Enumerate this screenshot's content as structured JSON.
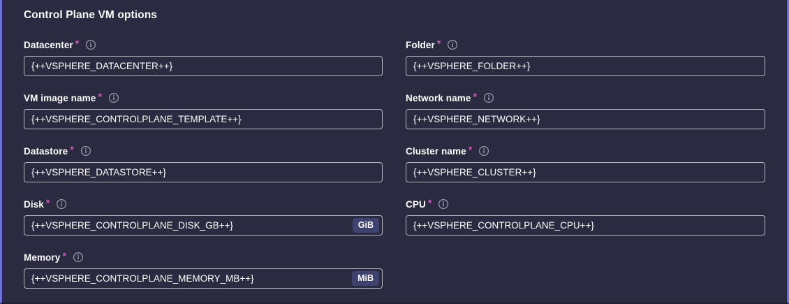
{
  "panel": {
    "title": "Control Plane VM options",
    "required_marker": "*"
  },
  "colors": {
    "background": "#2a2b41",
    "side_border": "#6b70d6",
    "bottom_border": "#212235",
    "required_asterisk": "#d954b8",
    "input_border": "#b6b7c3",
    "unit_badge_bg": "#3f416f",
    "info_icon": "#9b9eae",
    "text": "#ffffff"
  },
  "fields": {
    "left": [
      {
        "label": "Datacenter",
        "value": "{++VSPHERE_DATACENTER++}",
        "required": true,
        "info_icon": "info-circle-icon"
      },
      {
        "label": "VM image name",
        "value": "{++VSPHERE_CONTROLPLANE_TEMPLATE++}",
        "required": true,
        "info_icon": "info-circle-icon"
      },
      {
        "label": "Datastore",
        "value": "{++VSPHERE_DATASTORE++}",
        "required": true,
        "info_icon": "info-circle-icon"
      },
      {
        "label": "Disk",
        "value": "{++VSPHERE_CONTROLPLANE_DISK_GB++}",
        "required": true,
        "info_icon": "info-circle-icon",
        "unit": "GiB"
      },
      {
        "label": "Memory",
        "value": "{++VSPHERE_CONTROLPLANE_MEMORY_MB++}",
        "required": true,
        "info_icon": "info-circle-icon",
        "unit": "MiB"
      }
    ],
    "right": [
      {
        "label": "Folder",
        "value": "{++VSPHERE_FOLDER++}",
        "required": true,
        "info_icon": "info-circle-icon"
      },
      {
        "label": "Network name",
        "value": "{++VSPHERE_NETWORK++}",
        "required": true,
        "info_icon": "info-circle-icon"
      },
      {
        "label": "Cluster name",
        "value": "{++VSPHERE_CLUSTER++}",
        "required": true,
        "info_icon": "info-circle-icon"
      },
      {
        "label": "CPU",
        "value": "{++VSPHERE_CONTROLPLANE_CPU++}",
        "required": true,
        "info_icon": "info-circle-icon"
      }
    ]
  }
}
